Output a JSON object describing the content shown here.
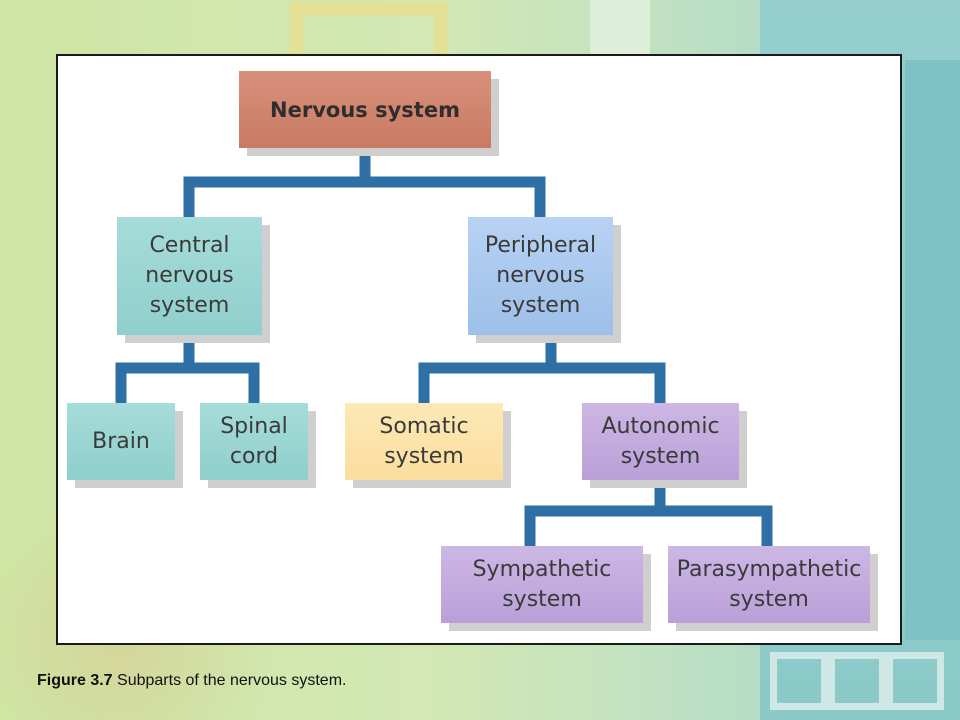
{
  "diagram": {
    "nodes": {
      "root": "Nervous system",
      "central": "Central\nnervous\nsystem",
      "peripheral": "Peripheral\nnervous\nsystem",
      "brain": "Brain",
      "spinal": "Spinal\ncord",
      "somatic": "Somatic\nsystem",
      "autonomic": "Autonomic\nsystem",
      "sympathetic": "Sympathetic\nsystem",
      "parasympathetic": "Parasympathetic\nsystem"
    },
    "colors": {
      "root": "#d0846e",
      "central_nervous": "#9ad6d3",
      "peripheral_nervous": "#abc8ee",
      "somatic": "#fce3a8",
      "autonomic": "#c3abde",
      "connector": "#2e6fa5"
    }
  },
  "caption": {
    "label": "Figure 3.7",
    "text": " Subparts of the nervous system."
  }
}
